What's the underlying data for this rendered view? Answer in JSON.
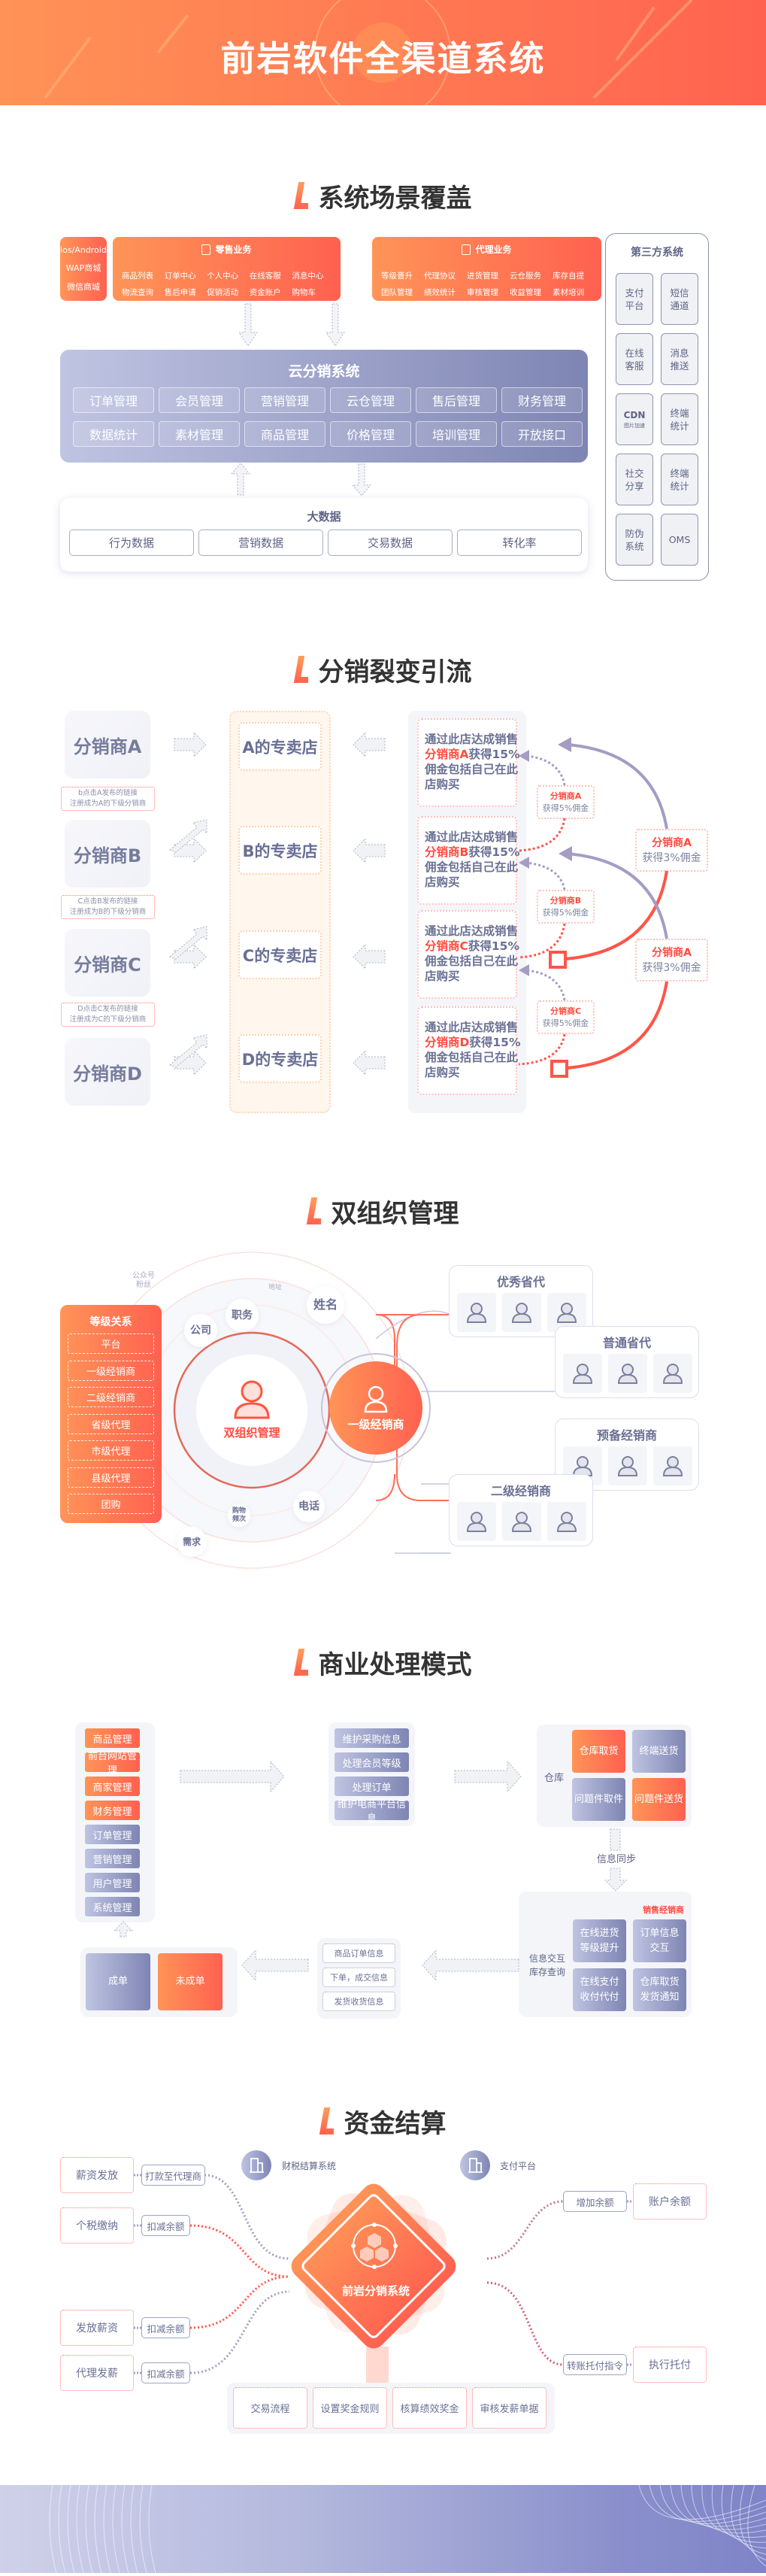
{
  "header": {
    "title": "前岩软件全渠道系统"
  },
  "titles": [
    "系统场景覆盖",
    "分销裂变引流",
    "双组织管理",
    "商业处理模式",
    "资金结算"
  ],
  "scene": {
    "channels": [
      "ios/Android",
      "WAP商城",
      "微信商城"
    ],
    "retail": {
      "title": "零售业务",
      "items": [
        "商品列表",
        "订单中心",
        "个人中心",
        "在线客服",
        "消息中心",
        "物流查询",
        "售后申请",
        "促销活动",
        "资金账户",
        "购物车"
      ]
    },
    "agent": {
      "title": "代理业务",
      "items": [
        "等级晋升",
        "代理协议",
        "进货管理",
        "云仓服务",
        "库存自提",
        "团队管理",
        "绩效统计",
        "审核管理",
        "收益管理",
        "素材培训"
      ]
    },
    "cloud": {
      "title": "云分销系统",
      "modules": [
        "订单管理",
        "会员管理",
        "营销管理",
        "云仓管理",
        "售后管理",
        "财务管理",
        "数据统计",
        "素材管理",
        "商品管理",
        "价格管理",
        "培训管理",
        "开放接口"
      ]
    },
    "bigdata": {
      "title": "大数据",
      "items": [
        "行为数据",
        "营销数据",
        "交易数据",
        "转化率"
      ]
    },
    "third_party": {
      "title": "第三方系统",
      "items": [
        "支付\n平台",
        "短信\n通道",
        "在线\n客服",
        "消息\n推送",
        "CDN",
        "终端\n统计",
        "社交\n分享",
        "终端\n统计",
        "防伪\n系统",
        "OMS"
      ],
      "cdn_sub": "图片加速"
    }
  },
  "fission": {
    "distributors": [
      "分销商A",
      "分销商B",
      "分销商C",
      "分销商D"
    ],
    "notes": [
      "b点击A发布的链接\n注册成为A的下级分销商",
      "C点击B发布的链接\n注册成为B的下级分销商",
      "D点击C发布的链接\n注册成为C的下级分销商"
    ],
    "stores": [
      "A的专卖店",
      "B的专卖店",
      "C的专卖店",
      "D的专卖店"
    ],
    "sales": [
      {
        "pre": "通过此店达成销售",
        "who": "分销商A",
        "rate": "获得15%",
        "post": "佣金包括自己在此店购买"
      },
      {
        "pre": "通过此店达成销售",
        "who": "分销商B",
        "rate": "获得15%",
        "post": "佣金包括自己在此店购买"
      },
      {
        "pre": "通过此店达成销售",
        "who": "分销商C",
        "rate": "获得15%",
        "post": "佣金包括自己在此店购买"
      },
      {
        "pre": "通过此店达成销售",
        "who": "分销商D",
        "rate": "获得15%",
        "post": "佣金包括自己在此店购买"
      }
    ],
    "commission5": [
      {
        "who": "分销商A",
        "text": "获得5%佣金"
      },
      {
        "who": "分销商B",
        "text": "获得5%佣金"
      },
      {
        "who": "分销商C",
        "text": "获得5%佣金"
      }
    ],
    "commission3": [
      {
        "who": "分销商A",
        "text": "获得3%佣金"
      },
      {
        "who": "分销商A",
        "text": "获得3%佣金"
      }
    ]
  },
  "org": {
    "levels_title": "等级关系",
    "levels": [
      "平台",
      "一级经销商",
      "二级经销商",
      "省级代理",
      "市级代理",
      "县级代理",
      "团购"
    ],
    "center": "双组织管理",
    "orbit": {
      "public": "公众号\n粉丝",
      "address": "地址",
      "name": "姓名",
      "job": "职务",
      "company": "公司",
      "phone": "电话",
      "freq": "购物\n频次",
      "need": "需求"
    },
    "primary": "一级经销商",
    "groups": [
      "优秀省代",
      "普通省代",
      "预备经销商",
      "二级经销商"
    ]
  },
  "business": {
    "admin_orange": [
      "商品管理",
      "前台网站管理",
      "商家管理",
      "财务管理"
    ],
    "admin_lavender": [
      "订单管理",
      "营销管理",
      "用户管理",
      "系统管理"
    ],
    "merchant": [
      "维护采购信息",
      "处理会员等级",
      "处理订单",
      "维护电商平台信息"
    ],
    "warehouse": {
      "label": "仓库",
      "tiles": [
        "仓库取货",
        "终端送货",
        "问题件取件",
        "问题件送货"
      ]
    },
    "sync": "信息同步",
    "dealer": {
      "title": "销售经销商",
      "label": "信息交互\n库存查询",
      "tiles": [
        "在线进货\n等级提升",
        "订单信息\n交互",
        "在线支付\n收付代付",
        "仓库取货\n发货通知"
      ]
    },
    "info": [
      "商品订单信息",
      "下单，成交信息",
      "发货收货信息"
    ],
    "result": [
      "成单",
      "未成单"
    ]
  },
  "settlement": {
    "left": [
      {
        "box": "薪资发放",
        "tag": "打款至代理商"
      },
      {
        "box": "个税缴纳",
        "tag": "扣减余额"
      },
      {
        "box": "发放薪资",
        "tag": "扣减余额"
      },
      {
        "box": "代理发薪",
        "tag": "扣减余额"
      }
    ],
    "tax_system": "财税结算系统",
    "pay_platform": "支付平台",
    "core": "前岩分销系统",
    "right": [
      {
        "tag": "增加余额",
        "box": "账户余额"
      },
      {
        "tag": "转账托付指令",
        "box": "执行托付"
      }
    ],
    "bottom": [
      "交易流程",
      "设置奖金规则",
      "核算绩效奖金",
      "审核发薪单据"
    ]
  },
  "colors": {
    "orange": "#ff6150",
    "lavender": "#7e85b3",
    "red": "#ff4b3e"
  }
}
